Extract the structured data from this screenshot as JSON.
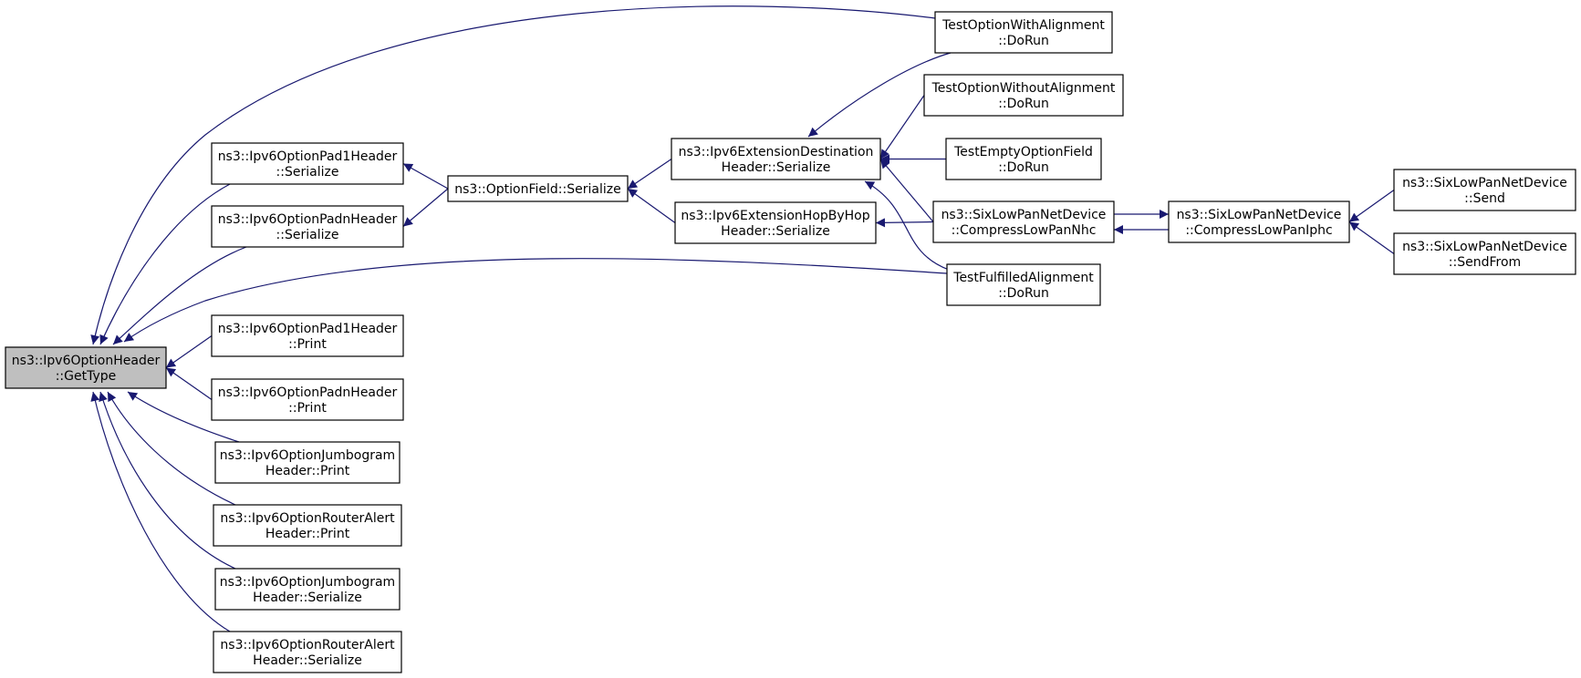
{
  "colors": {
    "edge": "#191970",
    "node_border": "#000000",
    "focus_fill": "#bfbfbf",
    "node_fill": "#ffffff"
  },
  "nodes": {
    "getType": {
      "lines": [
        "ns3::Ipv6OptionHeader",
        "::GetType"
      ]
    },
    "pad1Serialize": {
      "lines": [
        "ns3::Ipv6OptionPad1Header",
        "::Serialize"
      ]
    },
    "padnSerialize": {
      "lines": [
        "ns3::Ipv6OptionPadnHeader",
        "::Serialize"
      ]
    },
    "pad1Print": {
      "lines": [
        "ns3::Ipv6OptionPad1Header",
        "::Print"
      ]
    },
    "padnPrint": {
      "lines": [
        "ns3::Ipv6OptionPadnHeader",
        "::Print"
      ]
    },
    "jumboPrint": {
      "lines": [
        "ns3::Ipv6OptionJumbogram",
        "Header::Print"
      ]
    },
    "routerPrint": {
      "lines": [
        "ns3::Ipv6OptionRouterAlert",
        "Header::Print"
      ]
    },
    "jumboSerialize": {
      "lines": [
        "ns3::Ipv6OptionJumbogram",
        "Header::Serialize"
      ]
    },
    "routerSerialize": {
      "lines": [
        "ns3::Ipv6OptionRouterAlert",
        "Header::Serialize"
      ]
    },
    "optionFieldSerialize": {
      "lines": [
        "ns3::OptionField::Serialize"
      ]
    },
    "destSerialize": {
      "lines": [
        "ns3::Ipv6ExtensionDestination",
        "Header::Serialize"
      ]
    },
    "hopSerialize": {
      "lines": [
        "ns3::Ipv6ExtensionHopByHop",
        "Header::Serialize"
      ]
    },
    "testWithAlign": {
      "lines": [
        "TestOptionWithAlignment",
        "::DoRun"
      ]
    },
    "testWithoutAlign": {
      "lines": [
        "TestOptionWithoutAlignment",
        "::DoRun"
      ]
    },
    "testEmpty": {
      "lines": [
        "TestEmptyOptionField",
        "::DoRun"
      ]
    },
    "compressNhc": {
      "lines": [
        "ns3::SixLowPanNetDevice",
        "::CompressLowPanNhc"
      ]
    },
    "testFulfilled": {
      "lines": [
        "TestFulfilledAlignment",
        "::DoRun"
      ]
    },
    "compressIphc": {
      "lines": [
        "ns3::SixLowPanNetDevice",
        "::CompressLowPanIphc"
      ]
    },
    "send": {
      "lines": [
        "ns3::SixLowPanNetDevice",
        "::Send"
      ]
    },
    "sendFrom": {
      "lines": [
        "ns3::SixLowPanNetDevice",
        "::SendFrom"
      ]
    }
  },
  "edges": [
    {
      "from": "testWithAlign",
      "to": "getType"
    },
    {
      "from": "pad1Serialize",
      "to": "getType"
    },
    {
      "from": "padnSerialize",
      "to": "getType"
    },
    {
      "from": "testFulfilled",
      "to": "getType"
    },
    {
      "from": "pad1Print",
      "to": "getType"
    },
    {
      "from": "padnPrint",
      "to": "getType"
    },
    {
      "from": "jumboPrint",
      "to": "getType"
    },
    {
      "from": "routerPrint",
      "to": "getType"
    },
    {
      "from": "jumboSerialize",
      "to": "getType"
    },
    {
      "from": "routerSerialize",
      "to": "getType"
    },
    {
      "from": "optionFieldSerialize",
      "to": "pad1Serialize"
    },
    {
      "from": "optionFieldSerialize",
      "to": "padnSerialize"
    },
    {
      "from": "destSerialize",
      "to": "optionFieldSerialize"
    },
    {
      "from": "hopSerialize",
      "to": "optionFieldSerialize"
    },
    {
      "from": "testWithAlign",
      "to": "destSerialize"
    },
    {
      "from": "testWithoutAlign",
      "to": "destSerialize"
    },
    {
      "from": "testEmpty",
      "to": "destSerialize"
    },
    {
      "from": "compressNhc",
      "to": "destSerialize"
    },
    {
      "from": "testFulfilled",
      "to": "destSerialize"
    },
    {
      "from": "compressNhc",
      "to": "hopSerialize"
    },
    {
      "from": "compressNhc",
      "to": "compressIphc"
    },
    {
      "from": "compressIphc",
      "to": "compressNhc"
    },
    {
      "from": "send",
      "to": "compressIphc"
    },
    {
      "from": "sendFrom",
      "to": "compressIphc"
    }
  ]
}
